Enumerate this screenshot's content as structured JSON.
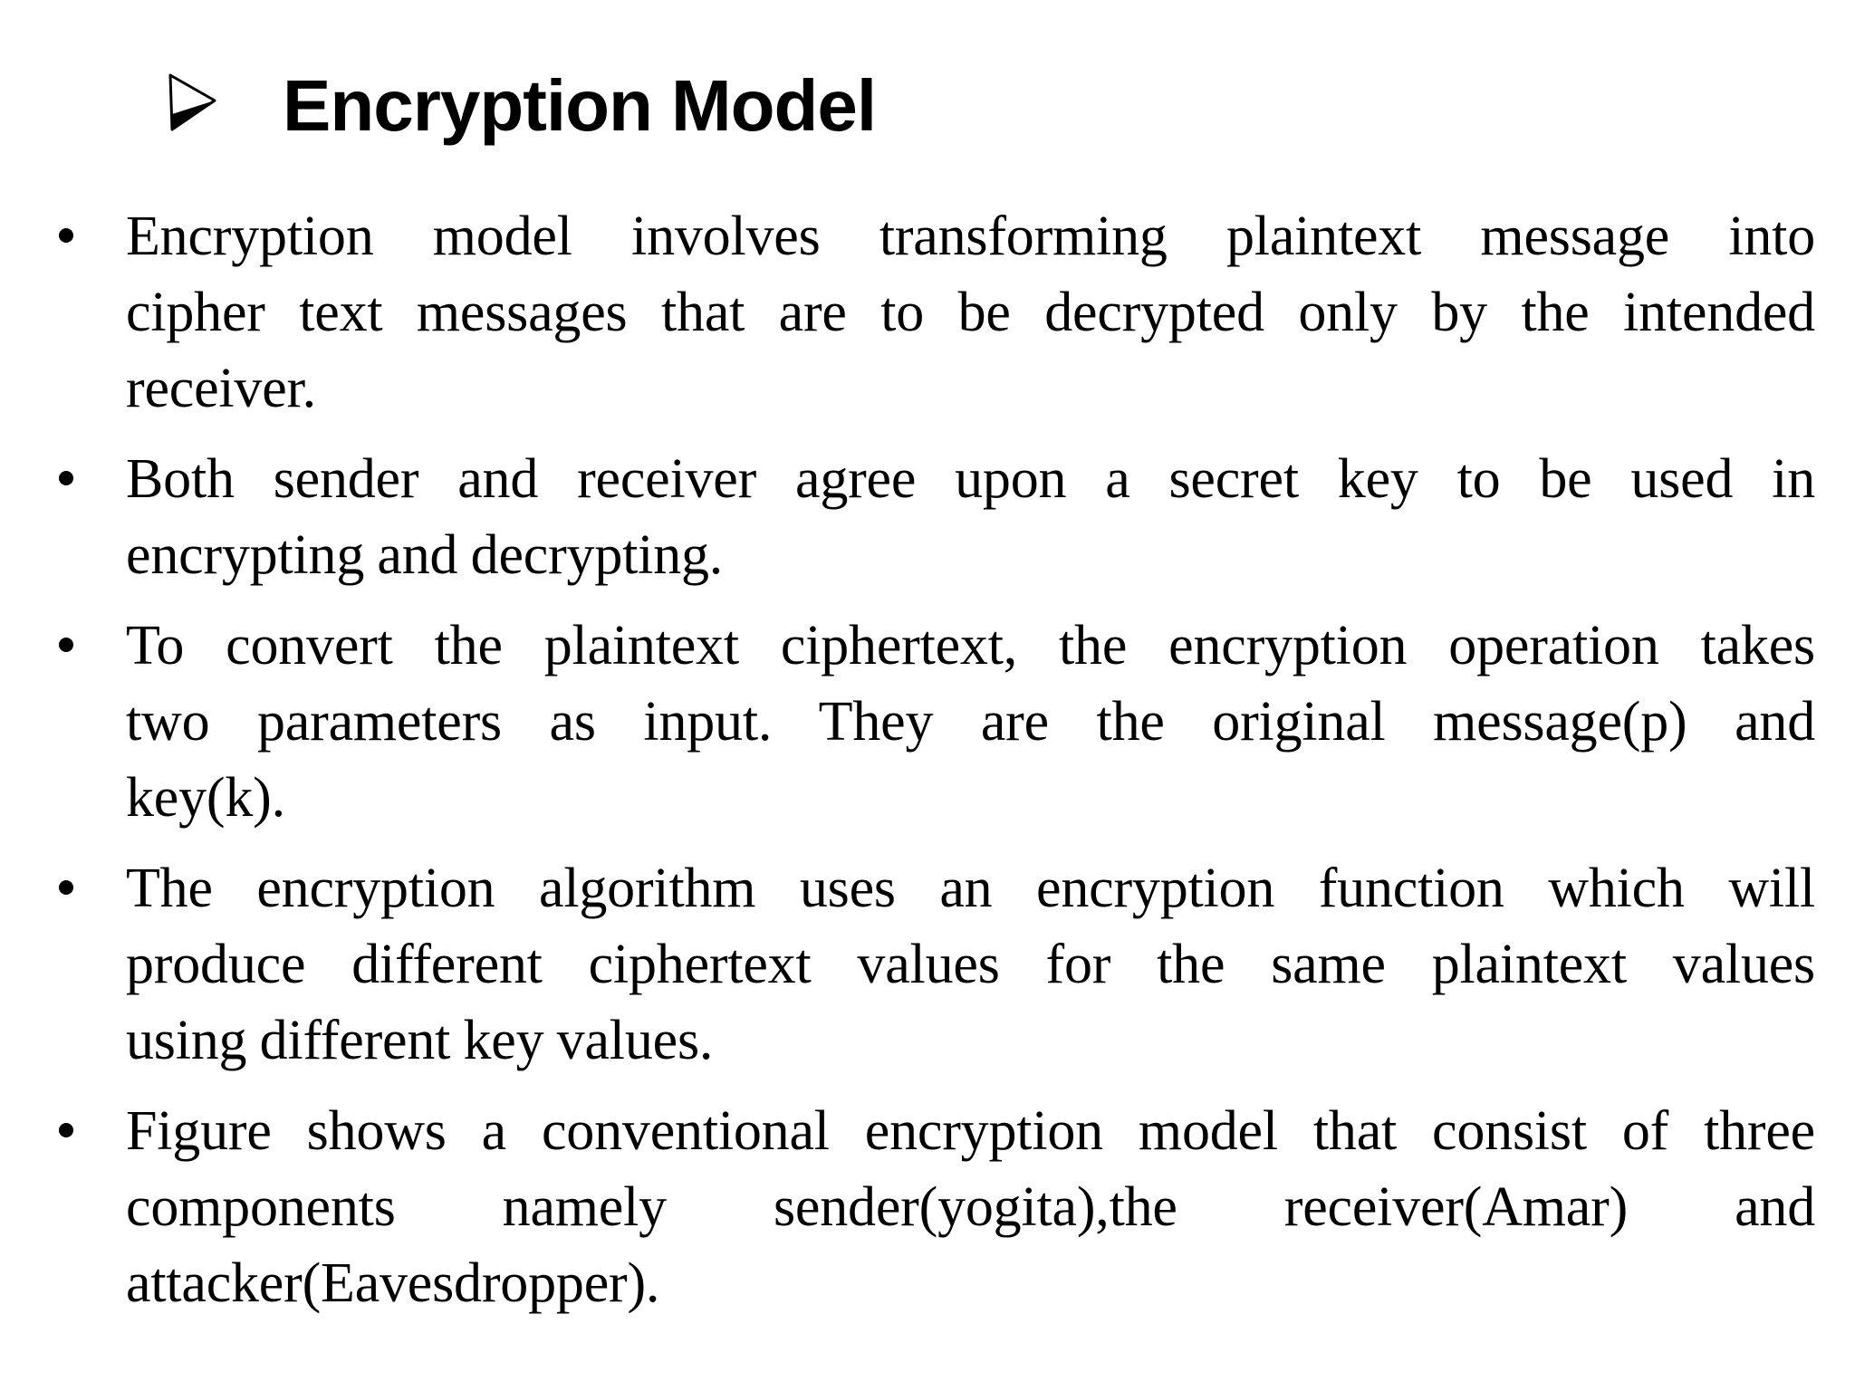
{
  "slide": {
    "background_color": "#ffffff",
    "text_color": "#000000",
    "title": {
      "marker": "arrowhead-right",
      "text": "Encryption Model"
    },
    "bullets": [
      {
        "lines": [
          "Encryption model involves transforming plaintext message into",
          "cipher text messages that are to be decrypted only by the intended",
          "receiver."
        ]
      },
      {
        "lines": [
          "Both sender and receiver agree upon a secret key to be used in",
          "encrypting and decrypting."
        ]
      },
      {
        "lines": [
          "To convert the plaintext ciphertext, the encryption operation takes",
          "two parameters as input. They are the original message(p) and",
          "key(k)."
        ]
      },
      {
        "lines": [
          "The encryption algorithm uses an encryption function which will",
          "produce different ciphertext values for the same plaintext values",
          "using different key values."
        ]
      },
      {
        "lines": [
          "Figure shows a conventional encryption model that consist of three",
          "components namely sender(yogita),the receiver(Amar) and",
          "attacker(Eavesdropper)."
        ]
      }
    ]
  }
}
